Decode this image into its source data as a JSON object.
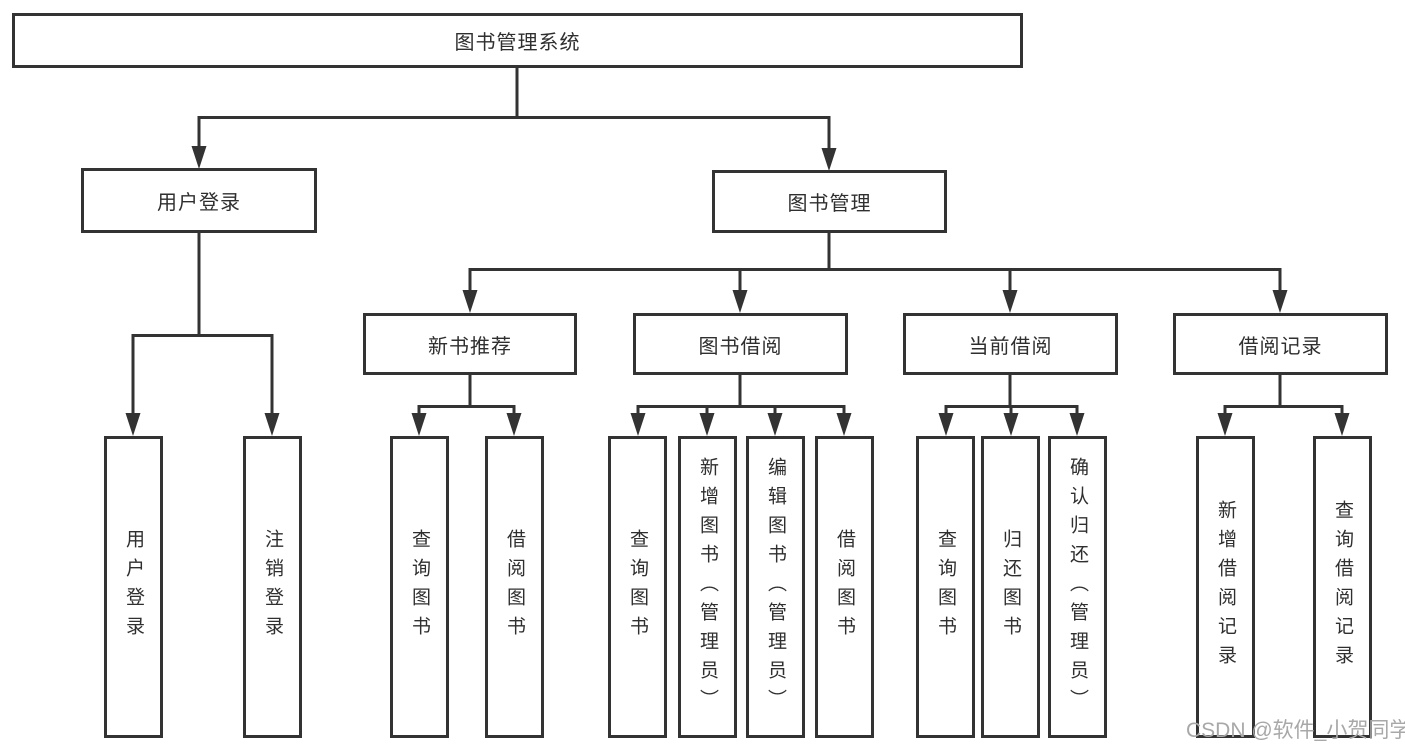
{
  "tree": {
    "label": "图书管理系统",
    "children": [
      {
        "label": "用户登录",
        "children": [
          {
            "label": "用户登录"
          },
          {
            "label": "注销登录"
          }
        ]
      },
      {
        "label": "图书管理",
        "children": [
          {
            "label": "新书推荐",
            "children": [
              {
                "label": "查询图书"
              },
              {
                "label": "借阅图书"
              }
            ]
          },
          {
            "label": "图书借阅",
            "children": [
              {
                "label": "查询图书"
              },
              {
                "label": "新增图书（管理员）"
              },
              {
                "label": "编辑图书（管理员）"
              },
              {
                "label": "借阅图书"
              }
            ]
          },
          {
            "label": "当前借阅",
            "children": [
              {
                "label": "查询图书"
              },
              {
                "label": "归还图书"
              },
              {
                "label": "确认归还（管理员）"
              }
            ]
          },
          {
            "label": "借阅记录",
            "children": [
              {
                "label": "新增借阅记录"
              },
              {
                "label": "查询借阅记录"
              }
            ]
          }
        ]
      }
    ]
  },
  "watermark": {
    "text": "CSDN @软件_小贺同学"
  },
  "colors": {
    "line": "#333333",
    "text": "#2f2f2f",
    "background": "#ffffff",
    "watermark": "#a8a8a8"
  }
}
